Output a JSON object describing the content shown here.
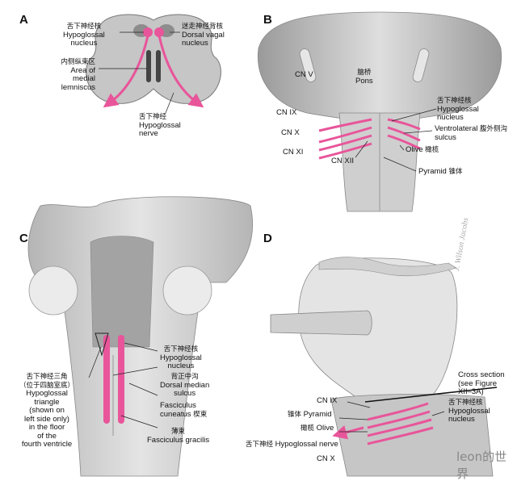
{
  "panels": {
    "A": {
      "letter": "A",
      "hypoglossal_nucleus": {
        "zh": "舌下神经核",
        "en1": "Hypoglossal",
        "en2": "nucleus"
      },
      "dorsal_vagal_nucleus": {
        "zh": "迷走神经背核",
        "en1": "Dorsal vagal",
        "en2": "nucleus"
      },
      "medial_lemniscus": {
        "zh": "内侧纵束区",
        "en1": "Area of",
        "en2": "medial",
        "en3": "lemniscus"
      },
      "hypoglossal_nerve": {
        "zh": "舌下神经",
        "en1": "Hypoglossal",
        "en2": "nerve"
      }
    },
    "B": {
      "letter": "B",
      "cn_v": "CN V",
      "pons": {
        "zh": "脑桥",
        "en": "Pons"
      },
      "hypoglossal_nucleus": {
        "zh": "舌下神经核",
        "en1": "Hypoglossal",
        "en2": "nucleus"
      },
      "cn_ix": "CN IX",
      "cn_x": "CN X",
      "cn_xi": "CN XI",
      "cn_xii": "CN XII",
      "ventrolateral_sulcus": {
        "en1": "Ventrolateral",
        "zh": "腹外侧沟",
        "en2": "sulcus"
      },
      "olive": {
        "en": "Olive",
        "zh": "橄榄"
      },
      "pyramid": {
        "en": "Pyramid",
        "zh": "锥体"
      }
    },
    "C": {
      "letter": "C",
      "hypoglossal_nucleus": {
        "zh": "舌下神经核",
        "en1": "Hypoglossal",
        "en2": "nucleus"
      },
      "dorsal_median_sulcus": {
        "zh": "背正中沟",
        "en1": "Dorsal median",
        "en2": "sulcus"
      },
      "fasciculus_cuneatus": {
        "en1": "Fasciculus",
        "en2": "cuneatus",
        "zh": "楔束"
      },
      "fasciculus_gracilis": {
        "zh": "薄束",
        "en": "Fasciculus gracilis"
      },
      "hypoglossal_triangle": {
        "zh1": "舌下神经三角",
        "zh2": "（位于四脑室底）",
        "lines": [
          "Hypoglossal",
          "triangle",
          "(shown on",
          "left side only)",
          "in the floor",
          "of the",
          "fourth ventricle"
        ]
      }
    },
    "D": {
      "letter": "D",
      "cross_section": {
        "en1": "Cross section",
        "en2": "(see Figure",
        "en3": "XII–3A)"
      },
      "hypoglossal_nucleus": {
        "zh": "舌下神经核",
        "en1": "Hypoglossal",
        "en2": "nucleus"
      },
      "cn_ix": "CN IX",
      "pyramid": {
        "zh": "锥体",
        "en": "Pyramid"
      },
      "olive": {
        "zh": "橄榄",
        "en": "Olive"
      },
      "hypoglossal_nerve": {
        "zh": "舌下神经",
        "en": "Hypoglossal nerve"
      },
      "cn_x": "CN X",
      "signature": "J. Wilson Jacobs"
    }
  },
  "watermark": "leon的世界",
  "colors": {
    "nerve": "#e8559a",
    "tissue": "#bcbcbc",
    "tissue_dark": "#8f8f8f",
    "tissue_light": "#e6e6e6"
  }
}
